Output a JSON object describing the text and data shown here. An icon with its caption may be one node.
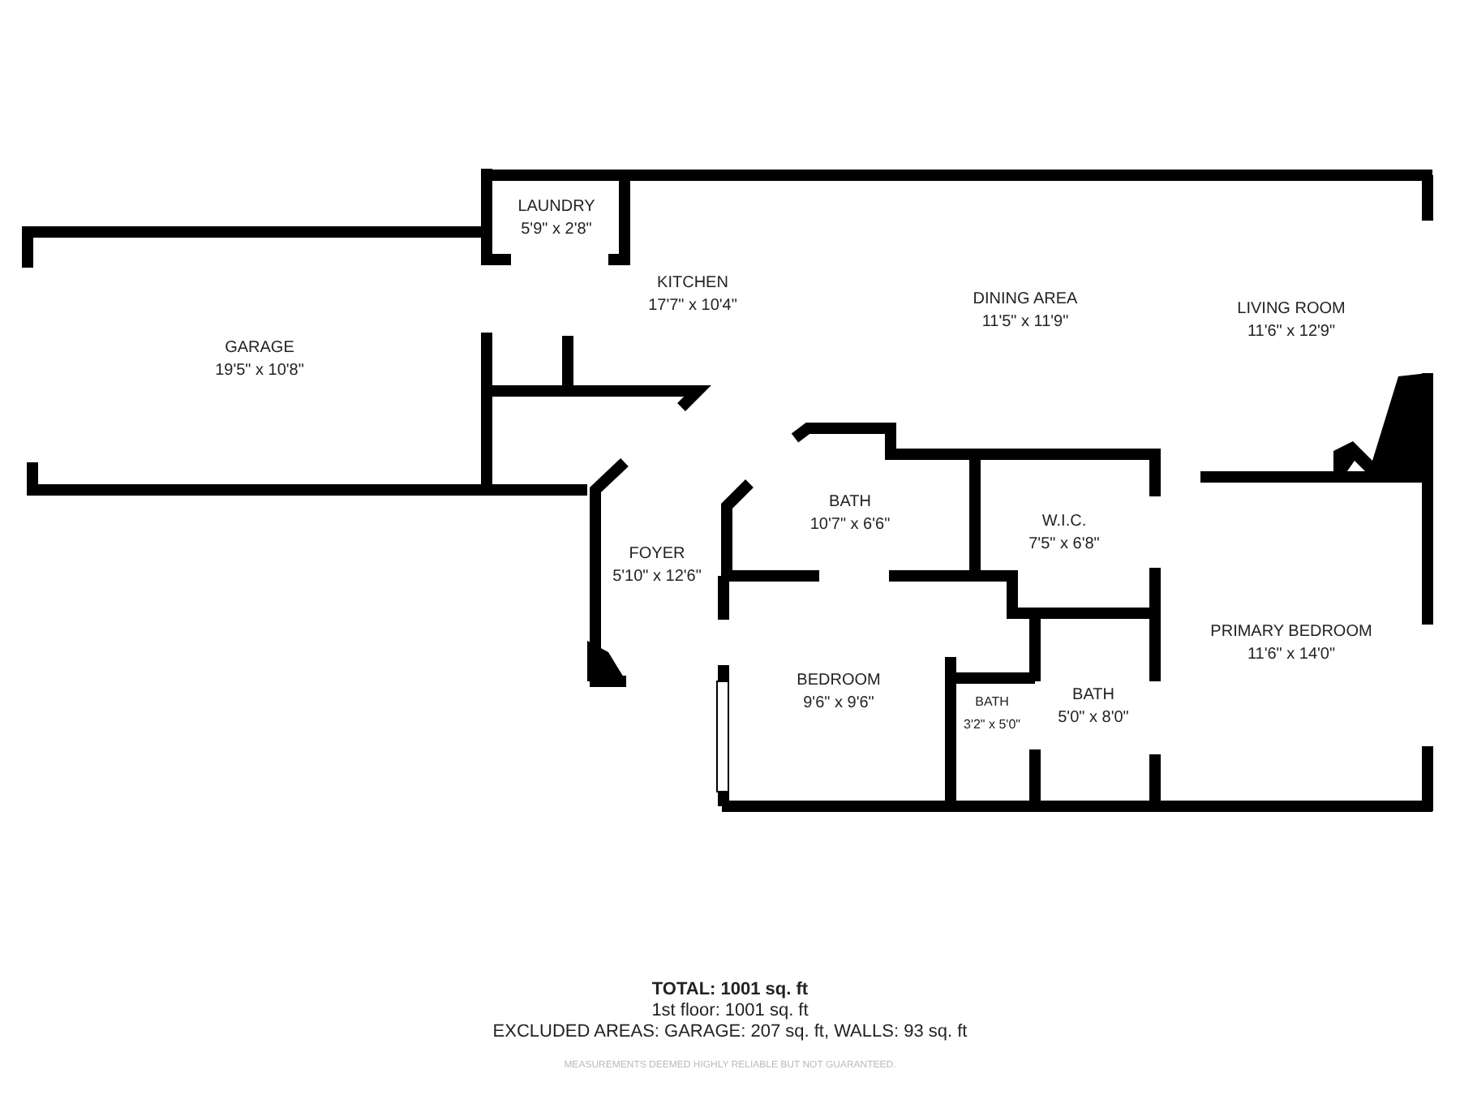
{
  "diagram": {
    "nodes": [
      {
        "text": [
          "GARAGE",
          "19'5\" x 10'8\""
        ]
      },
      {
        "text": [
          "LAUNDRY",
          "5'9\" x 2'8\""
        ]
      },
      {
        "text": [
          "KITCHEN",
          "17'7\" x 10'4\""
        ]
      },
      {
        "text": [
          "DINING AREA",
          "11'5\" x 11'9\""
        ]
      },
      {
        "text": [
          "LIVING ROOM",
          "11'6\" x 12'9\""
        ]
      },
      {
        "text": [
          "BATH",
          "10'7\" x 6'6\""
        ]
      },
      {
        "text": [
          "FOYER",
          "5'10\" x 12'6\""
        ]
      },
      {
        "text": [
          "W.I.C.",
          "7'5\" x 6'8\""
        ]
      },
      {
        "text": [
          "PRIMARY BEDROOM",
          "11'6\" x 14'0\""
        ]
      },
      {
        "text": [
          "BEDROOM",
          "9'6\" x 9'6\""
        ]
      },
      {
        "text": [
          "BATH",
          "3'2\" x 5'0\""
        ]
      },
      {
        "text": [
          "BATH",
          "5'0\" x 8'0\""
        ]
      }
    ],
    "labels": [
      "TOTAL: 1001 sq. ft",
      "1st floor: 1001 sq. ft",
      "EXCLUDED AREAS: GARAGE: 207 sq. ft, WALLS: 93 sq. ft",
      "MEASUREMENTS DEEMED HIGHLY RELIABLE BUT NOT GUARANTEED."
    ]
  }
}
